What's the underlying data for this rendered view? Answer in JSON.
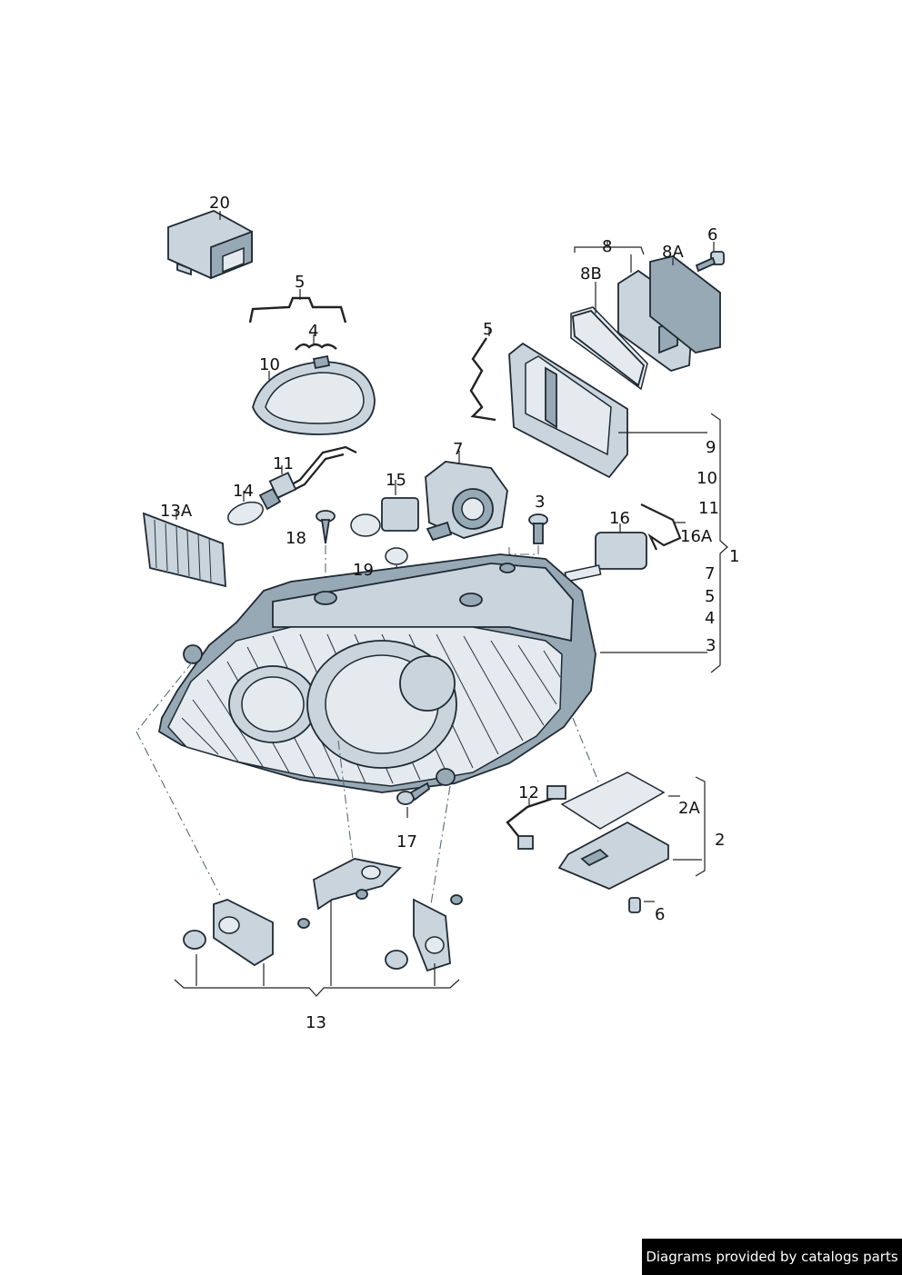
{
  "diagram": {
    "labels": {
      "l20": "20",
      "l5a": "5",
      "l4": "4",
      "l10": "10",
      "l11": "11",
      "l14": "14",
      "l13A": "13A",
      "l18": "18",
      "l15": "15",
      "l7": "7",
      "l19": "19",
      "l3": "3",
      "l5b": "5",
      "l8": "8",
      "l8A": "8A",
      "l8B": "8B",
      "l6a": "6",
      "l16": "16",
      "l16A": "16A",
      "l9": "9",
      "l10b": "10",
      "l11b": "11",
      "l1": "1",
      "l7b": "7",
      "l5c": "5",
      "l4b": "4",
      "l3b": "3",
      "l12": "12",
      "l2A": "2A",
      "l2": "2",
      "l6b": "6",
      "l17": "17",
      "l13": "13"
    },
    "colors": {
      "part_fill": "#c9d4dc",
      "part_dark": "#98a9b6",
      "outline": "#1f2a33"
    }
  },
  "footer": {
    "text": "Diagrams provided by catalogs parts"
  }
}
